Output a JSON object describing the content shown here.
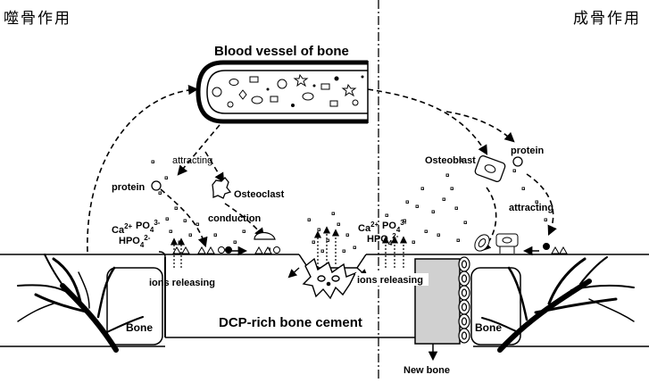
{
  "header": {
    "left_title": "噬骨作用",
    "right_title": "成骨作用"
  },
  "vessel": {
    "title": "Blood vessel of bone"
  },
  "labels": {
    "attracting_left": "attracting",
    "protein_left": "protein",
    "osteoclast": "Osteoclast",
    "ca_left": "Ca",
    "ca_sup": "2+",
    "po4_left": "PO",
    "po4_sub": "4",
    "po4_sup": "3-",
    "hpo4_left": "HPO",
    "hpo4_sub": "4",
    "hpo4_sup": "2-",
    "conduction": "conduction",
    "ions_releasing_left": "ions releasing",
    "bone_left": "Bone",
    "cement": "DCP-rich bone cement",
    "osteoblast": "Osteoblast",
    "protein_right": "protein",
    "attracting_right": "attracting",
    "ca_right": "Ca",
    "po4_right": "PO",
    "hpo4_right": "HPO",
    "ions_releasing_right": "ions releasing",
    "bone_right": "Bone",
    "new_bone": "New bone"
  }
}
